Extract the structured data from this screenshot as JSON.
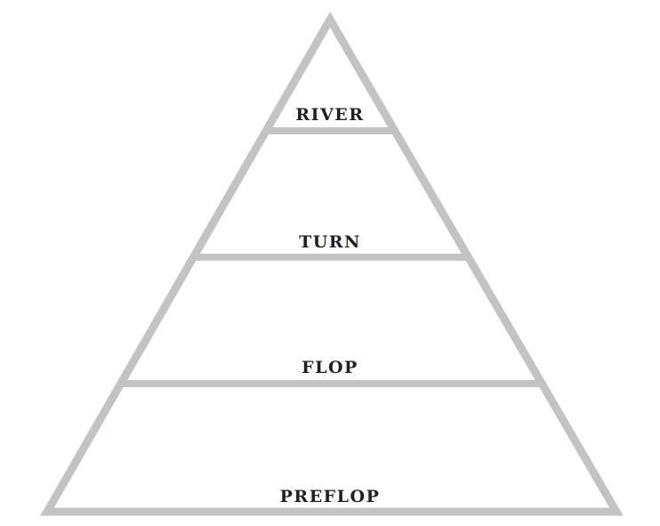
{
  "diagram": {
    "stroke_color": "#c3c3c3",
    "label_color": "#1f1f26",
    "tiers": [
      {
        "label": "RIVER"
      },
      {
        "label": "TURN"
      },
      {
        "label": "FLOP"
      },
      {
        "label": "PREFLOP"
      }
    ]
  }
}
